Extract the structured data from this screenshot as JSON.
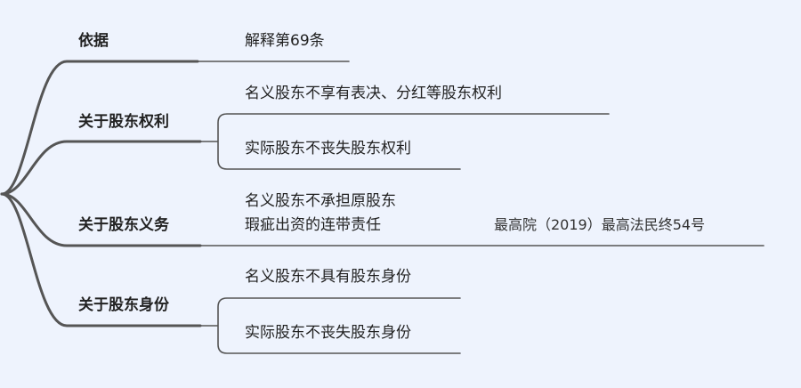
{
  "branches": [
    {
      "label": "依据",
      "children": [
        "解释第69条"
      ]
    },
    {
      "label": "关于股东权利",
      "children": [
        "名义股东不享有表决、分红等股东权利",
        "实际股东不丧失股东权利"
      ]
    },
    {
      "label": "关于股东义务",
      "children": [
        "名义股东不承担原股东",
        "瑕疵出资的连带责任"
      ],
      "reference": "最高院（2019）最高法民终54号"
    },
    {
      "label": "关于股东身份",
      "children": [
        "名义股东不具有股东身份",
        "实际股东不丧失股东身份"
      ]
    }
  ],
  "colors": {
    "background": "#eef3fd",
    "line": "#555555"
  }
}
